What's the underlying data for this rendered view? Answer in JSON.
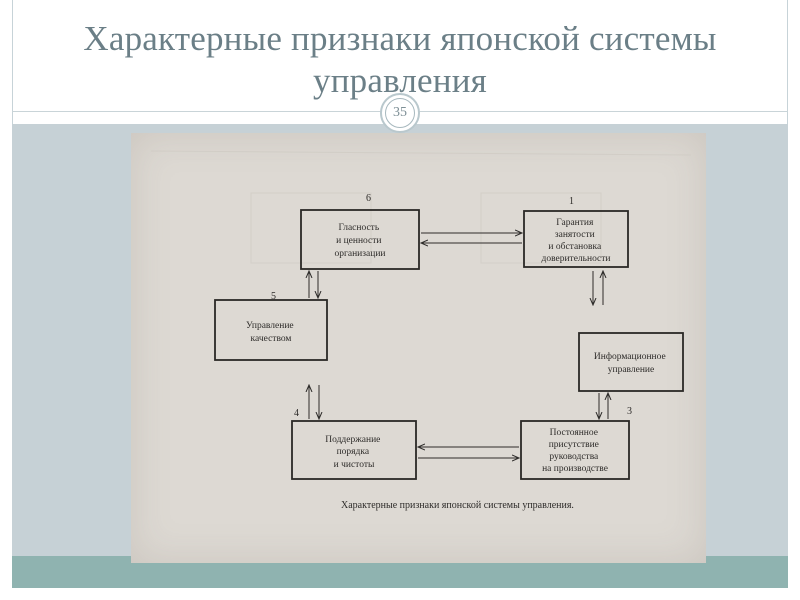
{
  "slide": {
    "title": "Характерные признаки японской системы управления",
    "page_number": "35"
  },
  "diagram": {
    "boxes": {
      "b6": [
        "Гласность",
        "и ценности",
        "организации"
      ],
      "b1": [
        "Гарантия",
        "занятости",
        "и обстановка",
        "доверительности"
      ],
      "b5": [
        "Управление",
        "качеством"
      ],
      "b_info": [
        "Информационное",
        "управление"
      ],
      "b4": [
        "Поддержание",
        "порядка",
        "и чистоты"
      ],
      "b3": [
        "Постоянное",
        "присутствие",
        "руководства",
        "на производстве"
      ]
    },
    "numbers": {
      "n6": "6",
      "n1": "1",
      "n5": "5",
      "n4": "4",
      "n3": "3"
    },
    "caption": "Характерные признаки японской системы управления."
  }
}
